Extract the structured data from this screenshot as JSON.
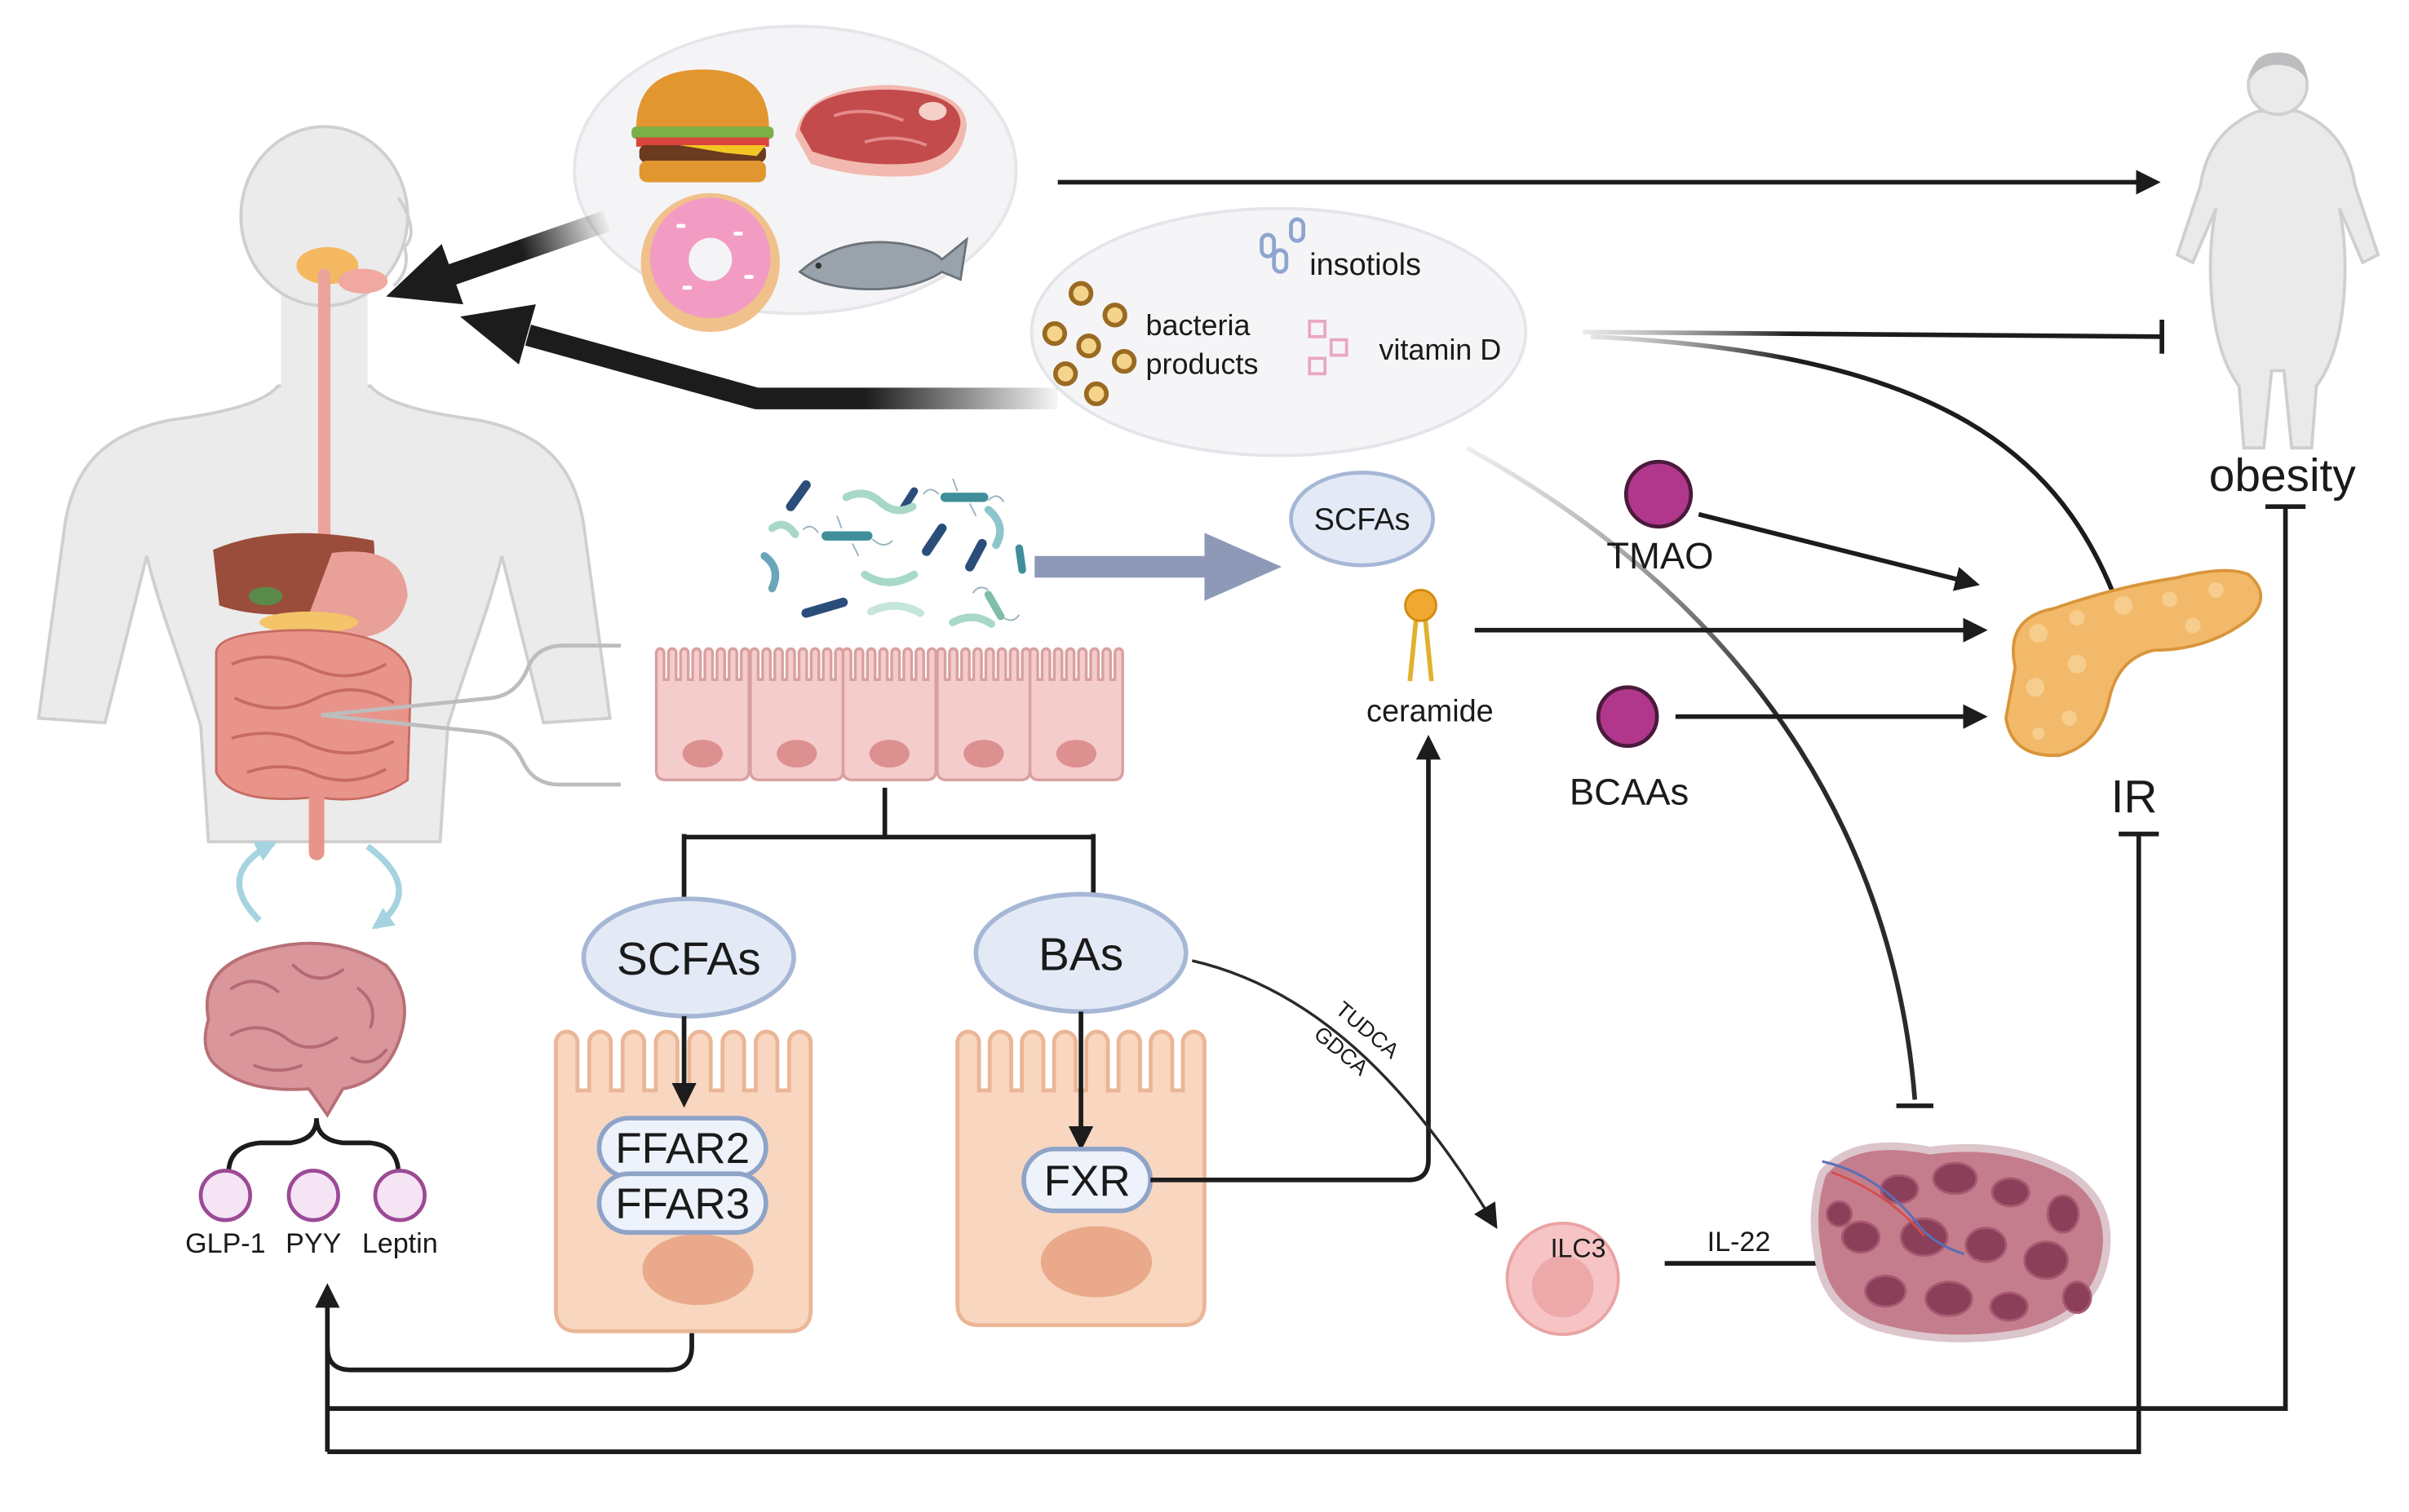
{
  "diet": {
    "icons": [
      "burger-icon",
      "steak-icon",
      "donut-icon",
      "fish-icon"
    ]
  },
  "supplements": {
    "insotiols": "insotiols",
    "bacteria_products": [
      "bacteria",
      "products"
    ],
    "vitamin_d": "vitamin D"
  },
  "outcomes": {
    "obesity": "obesity",
    "ir": "IR"
  },
  "metabolites": {
    "scfas": "SCFAs",
    "tmao": "TMAO",
    "ceramide": "ceramide",
    "bcaas": "BCAAs"
  },
  "gut": {
    "scfas": "SCFAs",
    "bas": "BAs",
    "ffar2": "FFAR2",
    "ffar3": "FFAR3",
    "fxr": "FXR",
    "bile_acids": [
      "TUDCA",
      "GDCA"
    ],
    "ilc3": "ILC3",
    "il22": "IL-22"
  },
  "hormones": [
    "GLP-1",
    "PYY",
    "Leptin"
  ],
  "colors": {
    "metabolite_purple": "#b0378c",
    "scfa_fill": "#e3eaf6",
    "pancreas": "#f2b96a",
    "arrow": "#1c1c1c",
    "hormone_fill": "#f5e4f4"
  }
}
